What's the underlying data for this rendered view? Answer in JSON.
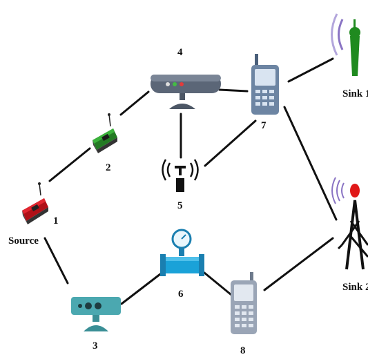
{
  "nodes": {
    "source": {
      "number": "1",
      "name": "Source"
    },
    "n2": {
      "number": "2"
    },
    "n3": {
      "number": "3"
    },
    "n4": {
      "number": "4"
    },
    "n5": {
      "number": "5"
    },
    "n6": {
      "number": "6"
    },
    "n7": {
      "number": "7"
    },
    "n8": {
      "number": "8"
    },
    "sink1": {
      "name": "Sink 1"
    },
    "sink2": {
      "name": "Sink 2"
    }
  },
  "edges": [
    [
      "source",
      "n2"
    ],
    [
      "source",
      "n3"
    ],
    [
      "n2",
      "n4"
    ],
    [
      "n4",
      "n5"
    ],
    [
      "n4",
      "n7"
    ],
    [
      "n5",
      "n7"
    ],
    [
      "n7",
      "sink1"
    ],
    [
      "n7",
      "sink2"
    ],
    [
      "n3",
      "n6"
    ],
    [
      "n6",
      "n8"
    ],
    [
      "n8",
      "sink2"
    ]
  ],
  "colors": {
    "sensor_red": "#c8141e",
    "sensor_green": "#2f9e2f",
    "router": "#5b6677",
    "phone": "#6d85a3",
    "kinect": "#4ba8b0",
    "pipe": "#1aa2d8",
    "sink_green": "#1f8a1f",
    "signal_purple": "#8a74c4"
  },
  "icons": [
    "sensor-icon",
    "router-icon",
    "antenna-icon",
    "phone-icon",
    "tower-icon",
    "kinect-icon",
    "pressure-gauge-icon"
  ]
}
